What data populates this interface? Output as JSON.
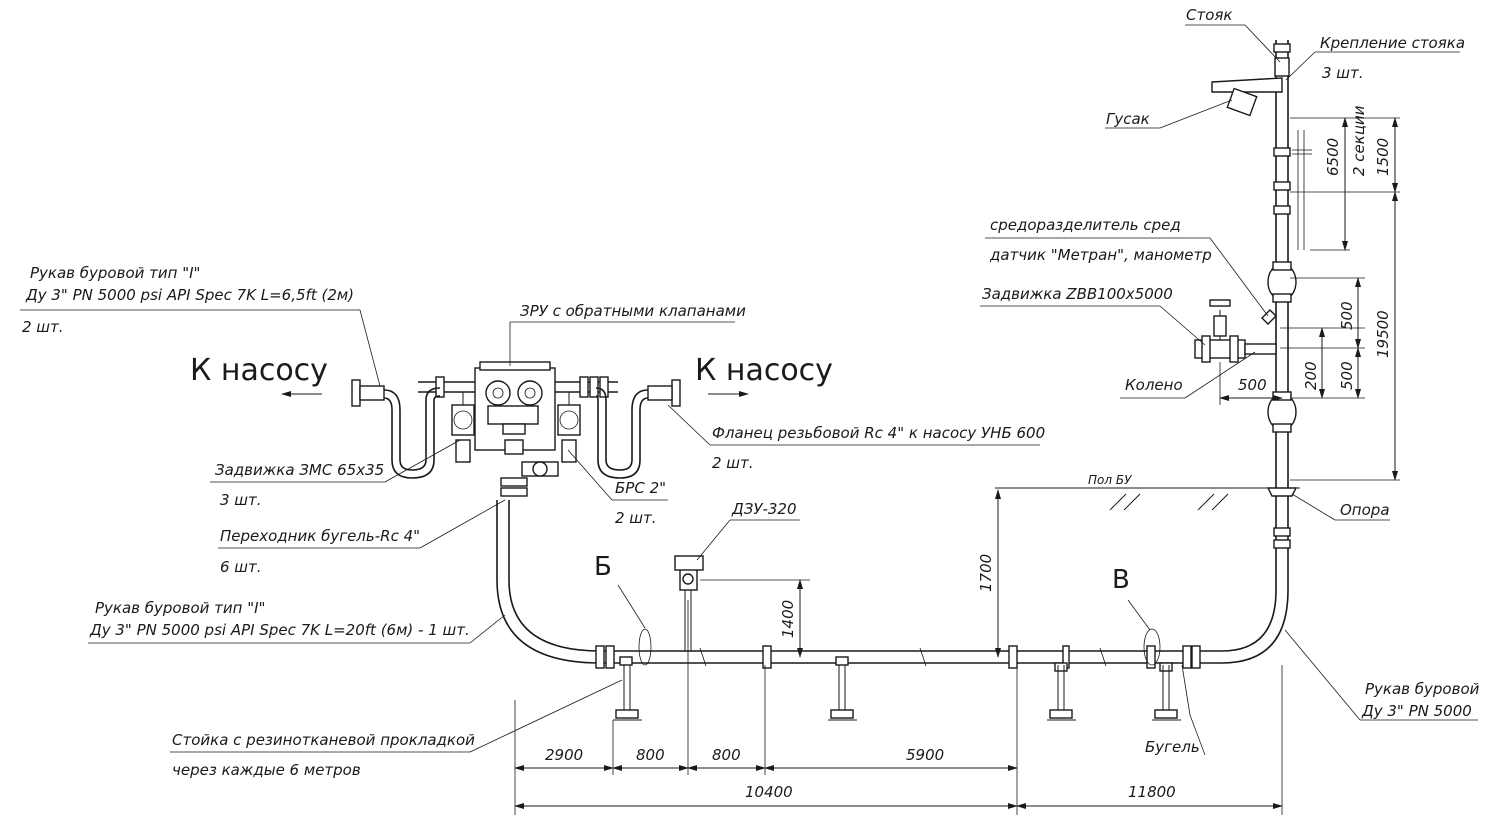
{
  "labels": {
    "hose_type_line1": "Рукав буровой тип \"I\"",
    "hose_type_line2": "Ду 3\" PN 5000 psi API Spec 7K L=6,5ft (2м)",
    "hose_type_qty": "2 шт.",
    "zru": "ЗРУ с обратными клапанами",
    "to_pump_left": "К насосу",
    "to_pump_right": "К насосу",
    "flange_line1": "Фланец резьбовой Rc 4\" к насосу УНБ 600",
    "flange_qty": "2 шт.",
    "valve_zms_line1": "Задвижка ЗМС 65х35",
    "valve_zms_qty": "3 шт.",
    "brs_line1": "БРС 2\"",
    "brs_qty": "2 шт.",
    "adapter_line1": "Переходник бугель-Rc 4\"",
    "adapter_qty": "6 шт.",
    "hose6_line1": "Рукав буровой тип \"I\"",
    "hose6_line2": "Ду 3\" PN 5000 psi API Spec 7K L=20ft (6м) - 1 шт.",
    "dzu": "ДЗУ-320",
    "letter_b": "Б",
    "letter_v": "В",
    "stand_line1": "Стойка с резинотканевой прокладкой",
    "stand_line2": "через каждые 6 метров",
    "clamp": "Бугель",
    "riser": "Стояк",
    "riser_mount_line1": "Крепление стояка",
    "riser_mount_qty": "3 шт.",
    "gooseneck": "Гусак",
    "separator_line1": "средоразделитель сред",
    "separator_line2": "датчик \"Метран\", манометр",
    "valve_zbb": "Задвижка ZBB100х5000",
    "elbow": "Колено",
    "floor": "Пол БУ",
    "support": "Опора",
    "hose_right_line1": "Рукав буровой",
    "hose_right_line2": "Ду 3\" PN 5000"
  },
  "dimensions": {
    "d2900": "2900",
    "d800a": "800",
    "d800b": "800",
    "d5900": "5900",
    "d10400": "10400",
    "d11800": "11800",
    "d1400": "1400",
    "d1700": "1700",
    "d6500": "6500",
    "sections": "2 секции",
    "d1500": "1500",
    "d19500": "19500",
    "d500a": "500",
    "d500b": "500",
    "d200": "200",
    "d500h": "500"
  }
}
